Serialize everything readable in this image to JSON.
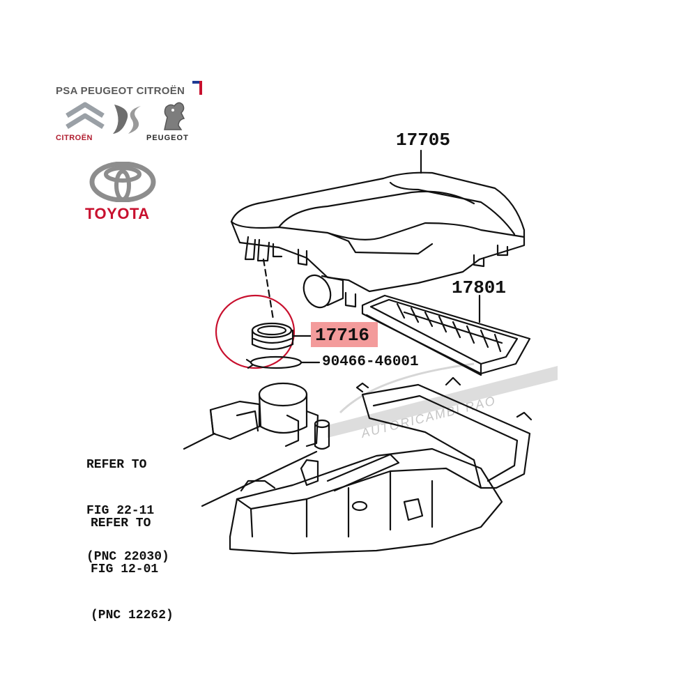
{
  "brands": {
    "psa": "PSA PEUGEOT CITROËN",
    "citroen": "CITROËN",
    "peugeot": "PEUGEOT",
    "toyota": "TOYOTA"
  },
  "parts": {
    "air_cleaner_cap": "17705",
    "air_filter": "17801",
    "intake_hose_seal": "17716",
    "clamp": "90466-46001"
  },
  "references": {
    "ref1": [
      "REFER TO",
      "FIG 22-11",
      "(PNC 22030)"
    ],
    "ref2": [
      "REFER TO",
      "FIG 12-01",
      "(PNC 12262)"
    ]
  },
  "watermark": "AUTORICAMBI RAO",
  "colors": {
    "highlight": "#f39b9b",
    "callout_circle": "#c8102e",
    "toyota_red": "#c8102e",
    "line": "#111111"
  }
}
